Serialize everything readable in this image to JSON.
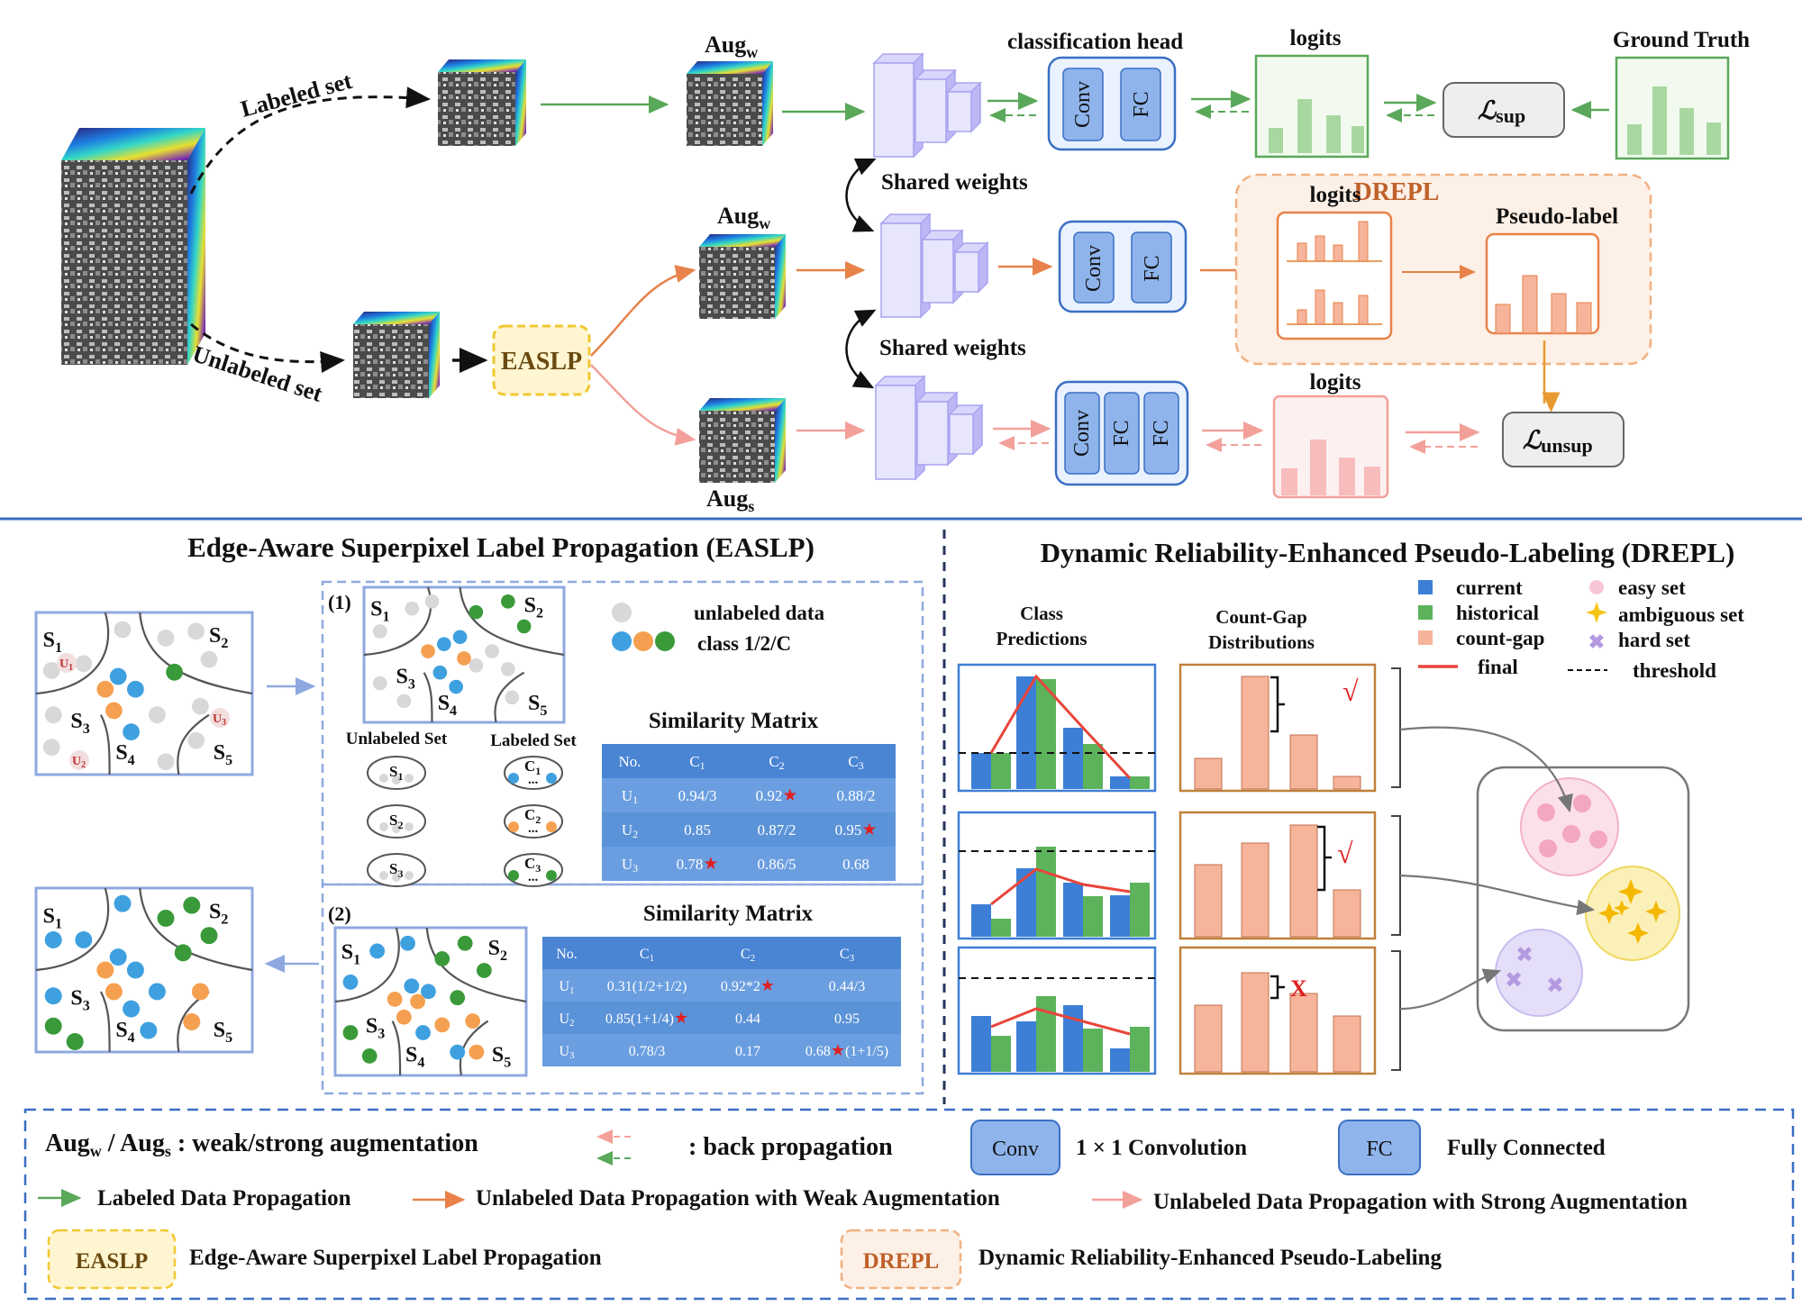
{
  "top": {
    "labeled_set": "Labeled set",
    "unlabeled_set": "Unlabeled set",
    "easlp": "EASLP",
    "aug_w": "Aug",
    "aug_w_sub": "w",
    "aug_s": "Aug",
    "aug_s_sub": "s",
    "classification_head": "classification head",
    "shared_weights": "Shared weights",
    "logits": "logits",
    "ground_truth": "Ground Truth",
    "l_sup": "ℒ",
    "l_sup_sub": "sup",
    "l_unsup": "ℒ",
    "l_unsup_sub": "unsup",
    "drepl": "DREPL",
    "pseudo_label": "Pseudo-label",
    "conv": "Conv",
    "fc": "FC"
  },
  "easlp_panel": {
    "title": "Edge-Aware Superpixel Label Propagation (EASLP)",
    "step1": "(1)",
    "step2": "(2)",
    "legend_unlabeled": "unlabeled data",
    "legend_class": "class 1/2/C",
    "unlabeled_set": "Unlabeled Set",
    "labeled_set": "Labeled Set",
    "sim_title": "Similarity Matrix",
    "sim1": {
      "header": [
        "No.",
        "C1",
        "C2",
        "C3"
      ],
      "rows": [
        [
          "U1",
          "0.94/3",
          "0.92",
          "0.88/2"
        ],
        [
          "U2",
          "0.85",
          "0.87/2",
          "0.95"
        ],
        [
          "U3",
          "0.78",
          "0.86/5",
          "0.68"
        ]
      ]
    },
    "sim2": {
      "header": [
        "No.",
        "C1",
        "C2",
        "C3"
      ],
      "rows": [
        [
          "U1",
          "0.31(1/2+1/2)",
          "0.92*2",
          "0.44/3"
        ],
        [
          "U2",
          "0.85(1+1/4)",
          "0.44",
          "0.95"
        ],
        [
          "U3",
          "0.78/3",
          "0.17",
          "0.68(1+1/5)"
        ]
      ]
    },
    "regions": [
      "S1",
      "S2",
      "S3",
      "S4",
      "S5"
    ],
    "u_labels": [
      "U1",
      "U2",
      "U3"
    ],
    "c_labels": [
      "C1",
      "C2",
      "C3"
    ]
  },
  "drepl_panel": {
    "title": "Dynamic Reliability-Enhanced Pseudo-Labeling (DREPL)",
    "class_predictions": [
      "Class",
      "Predictions"
    ],
    "count_gap": [
      "Count-Gap",
      "Distributions"
    ],
    "legend": {
      "current": "current",
      "historical": "historical",
      "count_gap": "count-gap",
      "final": "final",
      "easy": "easy set",
      "ambiguous": "ambiguous set",
      "hard": "hard set",
      "threshold": "threshold"
    },
    "marks": [
      "√",
      "√",
      "X"
    ]
  },
  "legend_box": {
    "aug": "Aug",
    "aug_w_sub": "w",
    "aug_sep": " / Aug",
    "aug_s_sub": "s",
    "aug_desc": " :  weak/strong augmentation",
    "back_prop": ":  back propagation",
    "conv": "Conv",
    "conv_desc": "1 × 1 Convolution",
    "fc": "FC",
    "fc_desc": "Fully Connected",
    "labeled_prop": "Labeled Data Propagation",
    "weak_prop": "Unlabeled Data Propagation with Weak Augmentation",
    "strong_prop": "Unlabeled Data Propagation with Strong Augmentation",
    "easlp": "EASLP",
    "easlp_desc": "Edge-Aware Superpixel Label Propagation",
    "drepl": "DREPL",
    "drepl_desc": "Dynamic Reliability-Enhanced Pseudo-Labeling"
  },
  "colors": {
    "green": "#5aa85a",
    "orange": "#e8824a",
    "pink": "#f3a09a",
    "blue_frame": "#3a6fc4",
    "box_blue": "#8fb4ec",
    "table_blue": "#5b93d8",
    "bar_blue": "#3d7fd6",
    "bar_green": "#5cb35c",
    "bar_salmon": "#f6b49a",
    "easy": "#f4a7c0",
    "ambiguous": "#f5c518",
    "hard": "#b9a6e6"
  }
}
